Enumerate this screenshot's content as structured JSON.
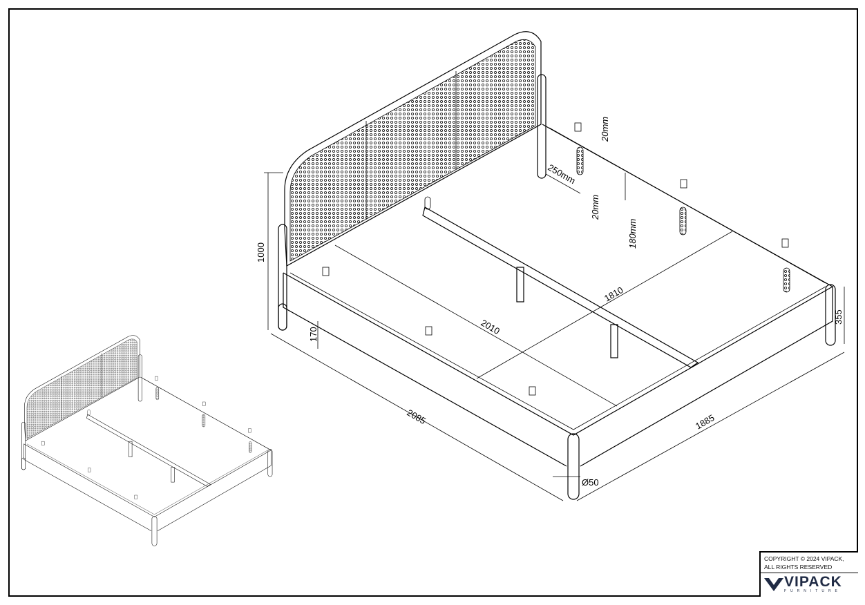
{
  "drawing": {
    "dimensions": {
      "height_total": "1000",
      "clearance": "170",
      "inner_length": "2010",
      "inner_width": "1810",
      "outer_length": "2085",
      "outer_width": "1885",
      "leg_diameter": "Ø50",
      "rail_height": "355",
      "slat_offset": "250mm",
      "top_gap": "20mm",
      "bottom_gap": "20mm",
      "rail_depth": "180mm"
    }
  },
  "titleblock": {
    "copyright_line1": "COPYRIGHT  © 2024 VIPACK,",
    "copyright_line2": "ALL RIGHTS RESERVED",
    "brand": "VIPACK",
    "brand_sub": "FURNITURE"
  }
}
